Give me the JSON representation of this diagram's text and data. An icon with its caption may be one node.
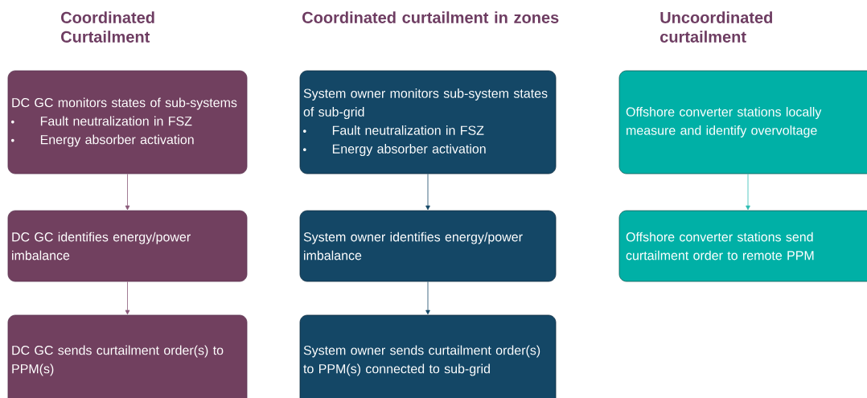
{
  "diagram": {
    "nodes": [
      {
        "text": [
          "DC GC monitors states of sub-systems",
          "Fault neutralization in FSZ",
          "Energy absorber activation"
        ]
      },
      {
        "text": [
          "DC GC identifies energy/power imbalance"
        ]
      },
      {
        "text": [
          "DC GC sends curtailment order(s) to PPM(s)"
        ]
      },
      {
        "text": [
          "System owner monitors sub-system states of sub-grid",
          "Fault neutralization in FSZ",
          "Energy absorber activation"
        ]
      },
      {
        "text": [
          "System owner identifies energy/power imbalance"
        ]
      },
      {
        "text": [
          "System owner sends curtailment order(s) to PPM(s) connected to sub-grid"
        ]
      },
      {
        "text": [
          "Offshore converter stations locally measure and identify overvoltage"
        ]
      },
      {
        "text": [
          "Offshore converter stations send curtailment order to remote PPM"
        ]
      }
    ],
    "edges": [
      {
        "from": 0,
        "to": 1,
        "arrow": "to",
        "color": "#8a5a7a"
      },
      {
        "from": 1,
        "to": 2,
        "arrow": "to",
        "color": "#8a5a7a"
      },
      {
        "from": 3,
        "to": 4,
        "arrow": "to",
        "color": "#144766"
      },
      {
        "from": 4,
        "to": 5,
        "arrow": "to",
        "color": "#144766"
      },
      {
        "from": 6,
        "to": 7,
        "arrow": "to",
        "color": "#2ebdb2"
      }
    ],
    "labels": [
      "Coordinated Curtailment",
      "Coordinated curtailment in zones",
      "Uncoordinated curtailment"
    ]
  }
}
